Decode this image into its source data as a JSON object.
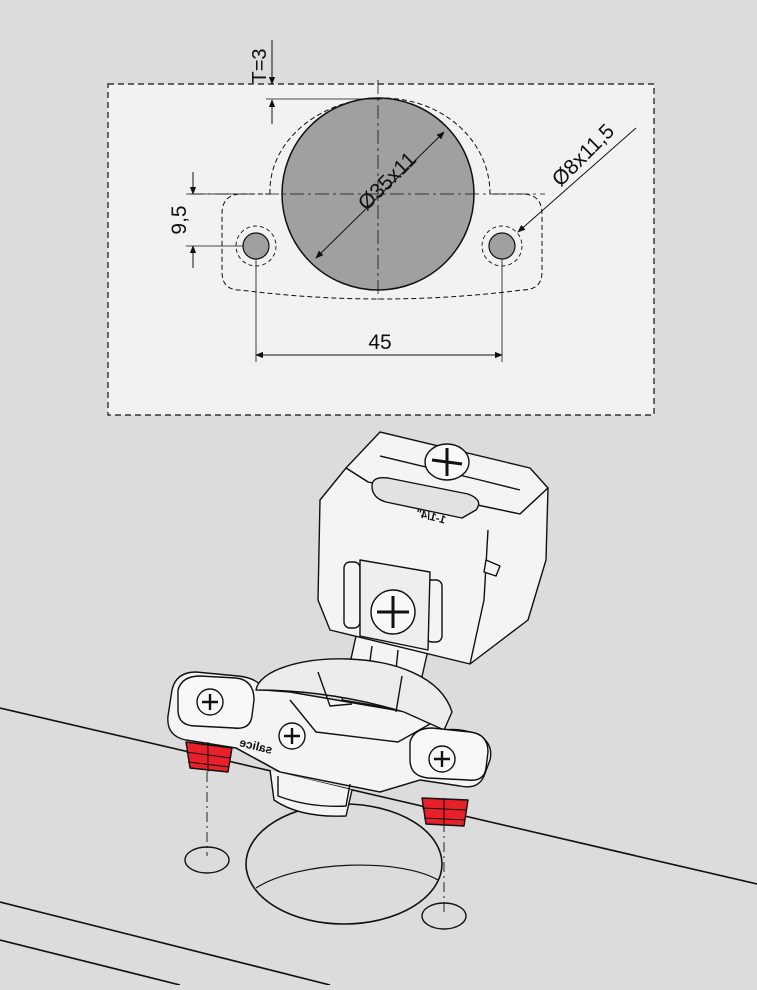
{
  "colors": {
    "background": "#dcdcdc",
    "panel": "#f2f2f2",
    "cup_fill": "#a0a0a0",
    "line": "#111111",
    "hinge_body": "#f4f4f4",
    "dowel_red": "#e8202a"
  },
  "drawing": {
    "thickness_label": "T=3",
    "cup_label": "Ø35x11",
    "screw_hole_label": "Ø8x11,5",
    "offset_label": "9,5",
    "spacing_label": "45"
  },
  "hinge": {
    "brand_text": "salice",
    "size_marking": "1-1/4\""
  }
}
